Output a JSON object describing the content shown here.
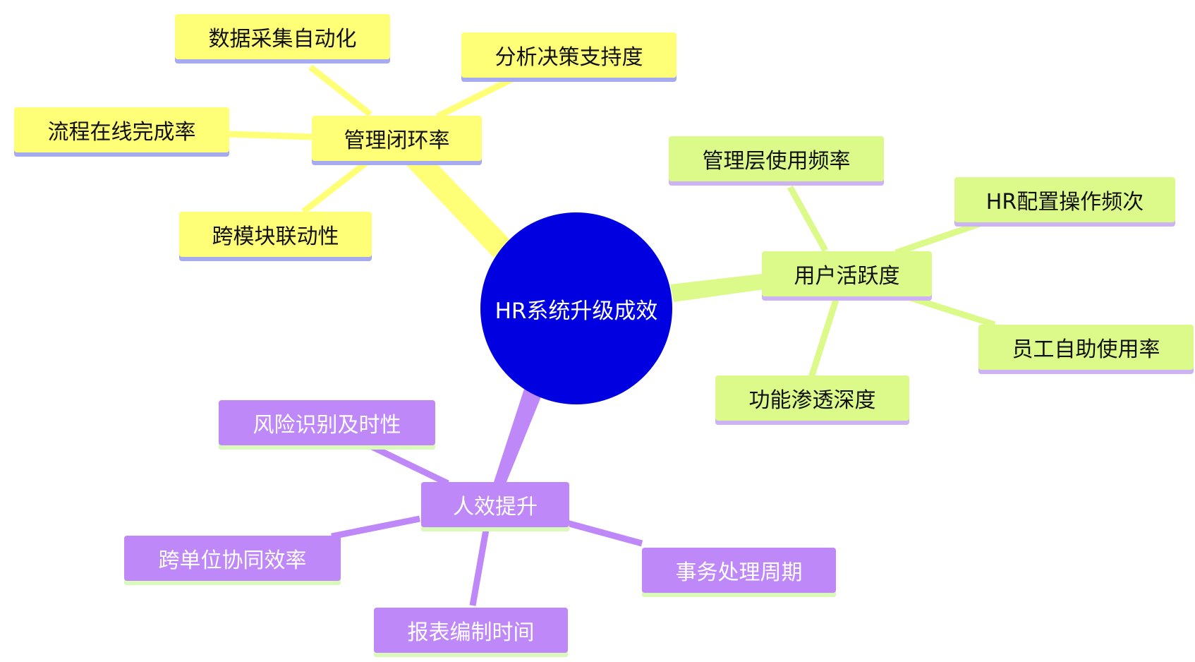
{
  "root": {
    "label": "HR系统升级成效",
    "color": "#0000e0"
  },
  "branches": [
    {
      "label": "管理闭环率",
      "color": "#ffff77",
      "children": [
        "数据采集自动化",
        "分析决策支持度",
        "流程在线完成率",
        "跨模块联动性"
      ]
    },
    {
      "label": "用户活跃度",
      "color": "#dcfa8a",
      "children": [
        "管理层使用频率",
        "HR配置操作频次",
        "员工自助使用率",
        "功能渗透深度"
      ]
    },
    {
      "label": "人效提升",
      "color": "#bf88f8",
      "children": [
        "风险识别及时性",
        "跨单位协同效率",
        "事务处理周期",
        "报表编制时间"
      ]
    }
  ]
}
